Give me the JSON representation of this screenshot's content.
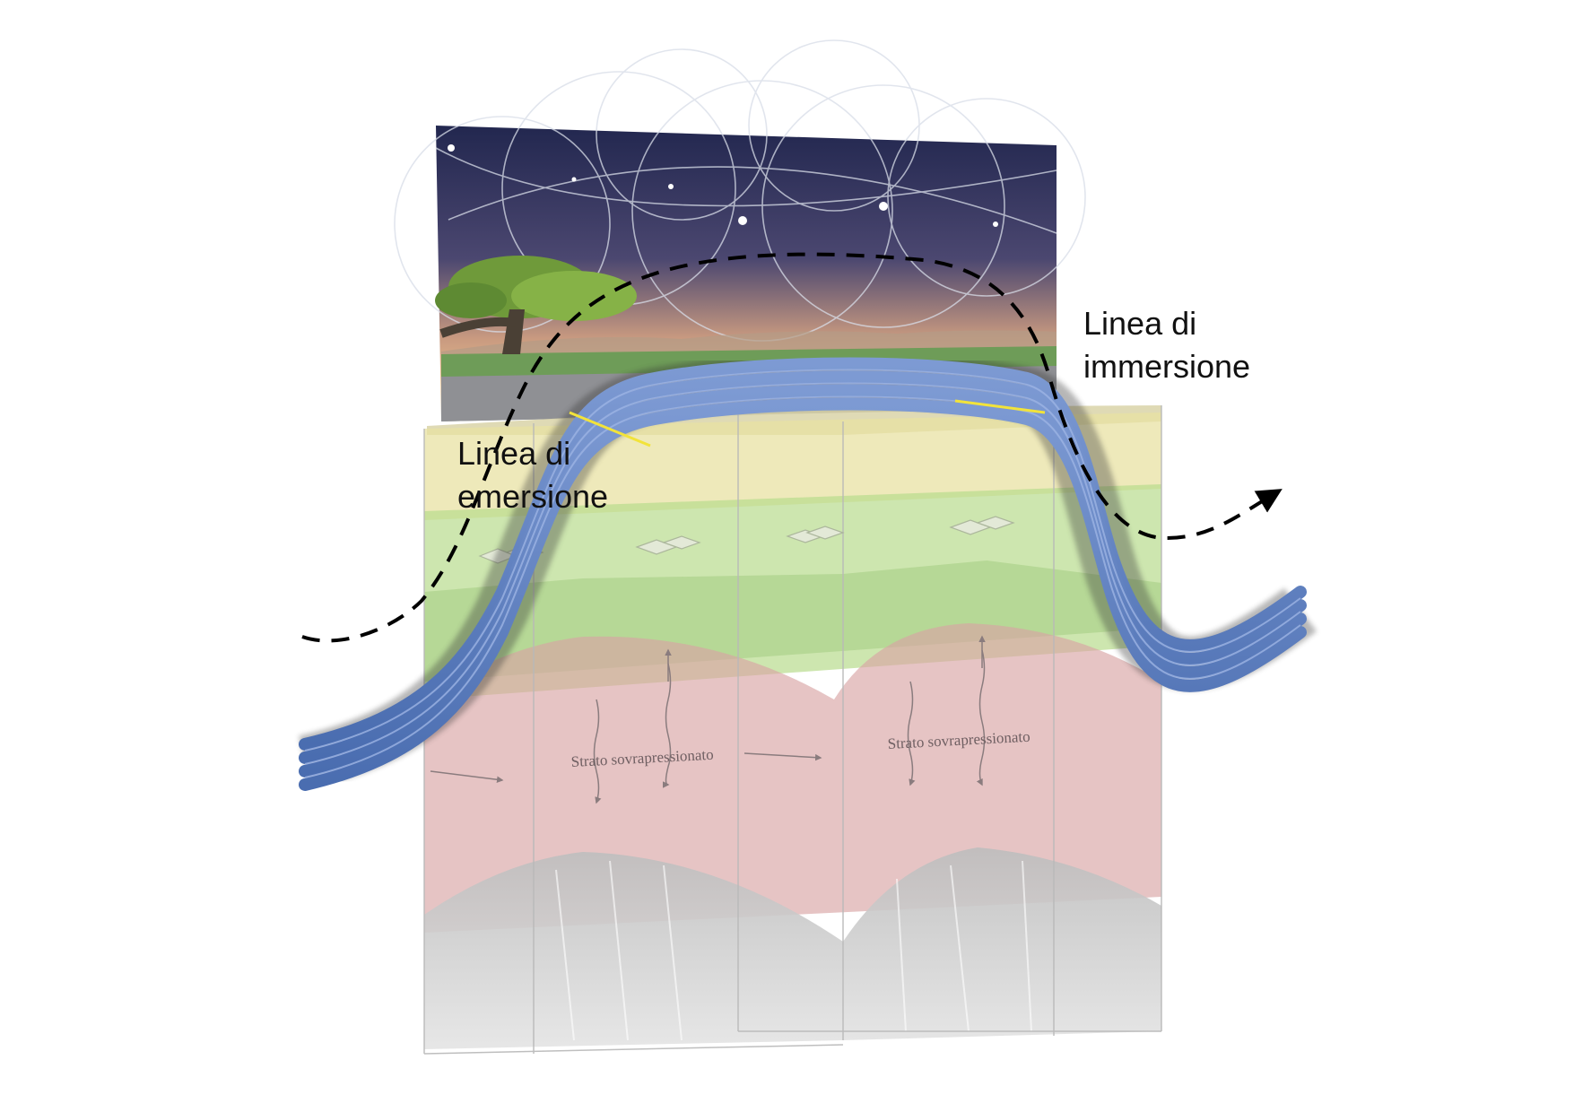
{
  "labels": {
    "emersion": {
      "line1": "Linea di",
      "line2": "emersione"
    },
    "immersion": {
      "line1": "Linea di",
      "line2": "immersione"
    }
  },
  "strata": {
    "overpressured_left": "Strato sovrapressionato",
    "overpressured_right": "Strato sovrapressionato"
  },
  "colors": {
    "flow_band": "#5b7fc0",
    "sky_top": "#262b55",
    "sky_horizon": "#e7b88a",
    "yellow_layer": "#e9e3a6",
    "green_layer": "#b6db8f",
    "pink_layer": "#d9a8a8",
    "grey_layer": "#cfcfcf",
    "marker_line": "#f2e33a",
    "path_line": "#000000"
  },
  "icons": [
    "network-nodes-icon",
    "tree-icon",
    "arrow-head-icon"
  ]
}
